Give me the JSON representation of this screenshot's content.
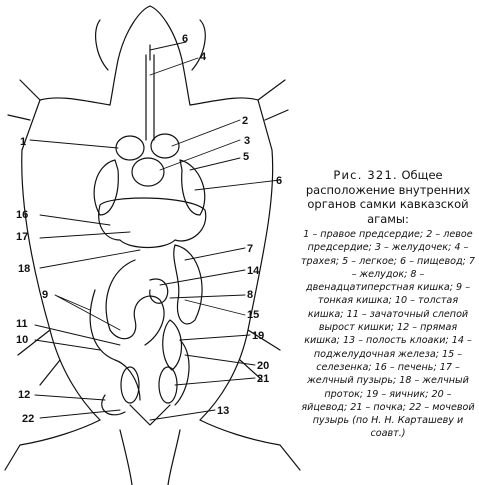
{
  "caption": {
    "fig_label": "Рис. 321.",
    "title": "Общее расположение внутренних органов самки кавказской агамы:",
    "legend_text": "1 – правое предсердие; 2 – левое предсердие; 3 – желудочек; 4 – трахея; 5 – легкое; 6 – пищевод; 7 – желудок; 8 – двенадцатиперстная кишка; 9 – тонкая кишка; 10 – толстая кишка; 11 – зачаточный слепой вырост кишки; 12 – прямая кишка; 13 – полость клоаки; 14 – поджелудочная железа; 15 – селезенка; 16 – печень; 17 – желчный пузырь; 18 – желчный проток; 19 – яичник; 20 – яйцевод; 21 – почка; 22 – мочевой пузырь (по Н. Н. Карташеву и соавт.)"
  },
  "labels": {
    "l1": "1",
    "l2": "2",
    "l3": "3",
    "l4": "4",
    "l5": "5",
    "l6a": "6",
    "l6b": "6",
    "l7": "7",
    "l8": "8",
    "l9": "9",
    "l10": "10",
    "l11": "11",
    "l12": "12",
    "l13": "13",
    "l14": "14",
    "l15": "15",
    "l16": "16",
    "l17": "17",
    "l18": "18",
    "l19": "19",
    "l20": "20",
    "l21": "21",
    "l22": "22"
  }
}
